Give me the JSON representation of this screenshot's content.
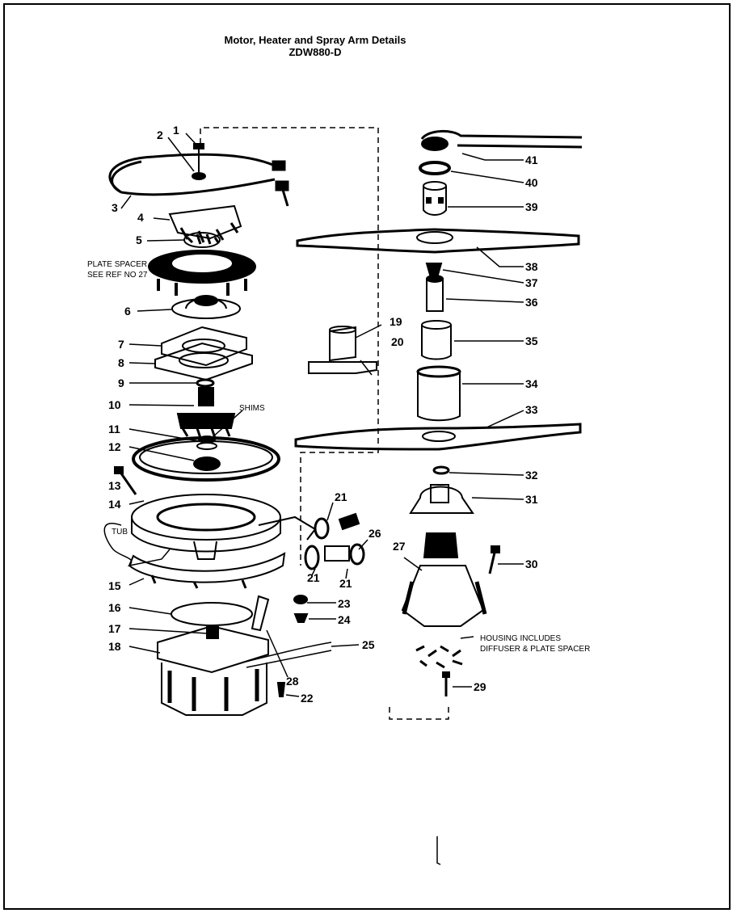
{
  "title": "Motor, Heater and Spray Arm Details",
  "model": "ZDW880-D",
  "notes": {
    "plate_spacer_1": "PLATE SPACER",
    "plate_spacer_2": "SEE REF NO 27",
    "shims": "SHIMS",
    "tub": "TUB",
    "housing_1": "HOUSING INCLUDES",
    "housing_2": "DIFFUSER & PLATE SPACER"
  },
  "parts": {
    "p1": "1",
    "p2": "2",
    "p3": "3",
    "p4": "4",
    "p5": "5",
    "p6": "6",
    "p7": "7",
    "p8": "8",
    "p9": "9",
    "p10": "10",
    "p11": "11",
    "p12": "12",
    "p13": "13",
    "p14": "14",
    "p15": "15",
    "p16": "16",
    "p17": "17",
    "p18": "18",
    "p19": "19",
    "p20": "20",
    "p21": "21",
    "p22": "22",
    "p23": "23",
    "p24": "24",
    "p25": "25",
    "p26": "26",
    "p27": "27",
    "p28": "28",
    "p29": "29",
    "p30": "30",
    "p31": "31",
    "p32": "32",
    "p33": "33",
    "p34": "34",
    "p35": "35",
    "p36": "36",
    "p37": "37",
    "p38": "38",
    "p39": "39",
    "p40": "40",
    "p41": "41"
  }
}
